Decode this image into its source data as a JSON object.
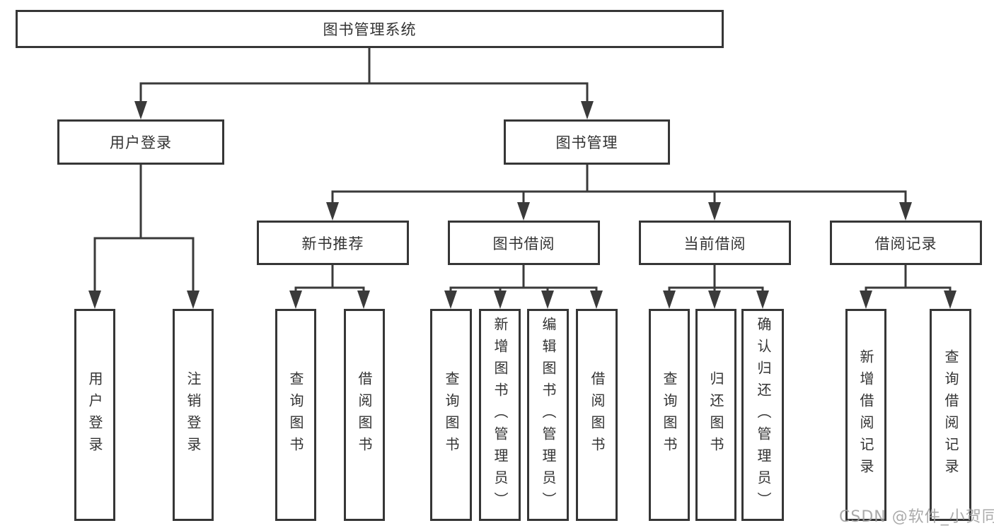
{
  "diagram": {
    "tree": {
      "root": {
        "label": "图书管理系统"
      },
      "branches": [
        {
          "label": "用户登录",
          "children": [
            {
              "label": "用户登录"
            },
            {
              "label": "注销登录"
            }
          ]
        },
        {
          "label": "图书管理",
          "children": [
            {
              "label": "新书推荐",
              "children": [
                {
                  "label": "查询图书"
                },
                {
                  "label": "借阅图书"
                }
              ]
            },
            {
              "label": "图书借阅",
              "children": [
                {
                  "label": "查询图书"
                },
                {
                  "label": "新增图书（管理员）"
                },
                {
                  "label": "编辑图书（管理员）"
                },
                {
                  "label": "借阅图书"
                }
              ]
            },
            {
              "label": "当前借阅",
              "children": [
                {
                  "label": "查询图书"
                },
                {
                  "label": "归还图书"
                },
                {
                  "label": "确认归还（管理员）"
                }
              ]
            },
            {
              "label": "借阅记录",
              "children": [
                {
                  "label": "新增借阅记录"
                },
                {
                  "label": "查询借阅记录"
                }
              ]
            }
          ]
        }
      ]
    },
    "colors": {
      "line": "#3a3a3a",
      "border": "#363636",
      "text": "#333333",
      "background": "#ffffff",
      "watermark": "#9e9e9e"
    },
    "watermark": "CSDN @软件_小贺同学"
  }
}
